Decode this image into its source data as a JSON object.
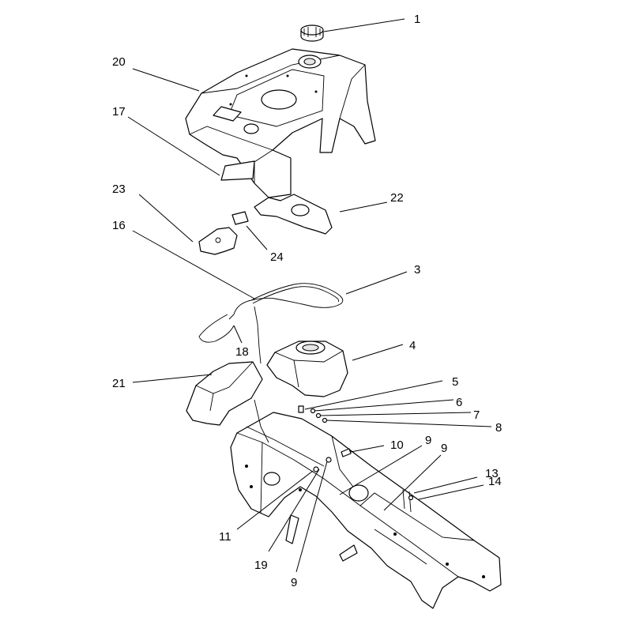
{
  "callouts": {
    "c1": "1",
    "c3": "3",
    "c4": "4",
    "c5": "5",
    "c6": "6",
    "c7": "7",
    "c8": "8",
    "c9a": "9",
    "c9b": "9",
    "c9c": "9",
    "c10": "10",
    "c11": "11",
    "c13": "13",
    "c14": "14",
    "c16": "16",
    "c17": "17",
    "c18": "18",
    "c19": "19",
    "c20": "20",
    "c21": "21",
    "c22": "22",
    "c23": "23",
    "c24": "24"
  }
}
